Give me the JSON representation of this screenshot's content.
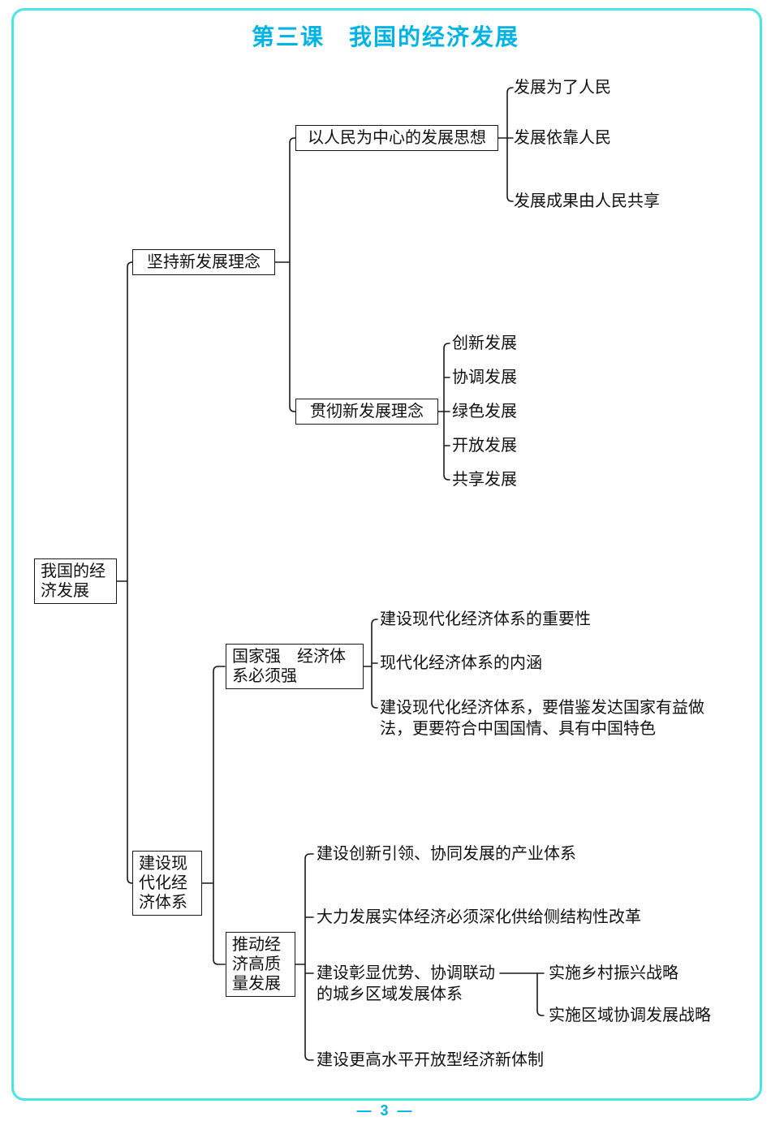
{
  "page": {
    "title": "第三课　我国的经济发展",
    "footer": "— 3 —"
  },
  "colors": {
    "accent": "#00b3e3",
    "frame": "#4ae4e4",
    "ink": "#1a1a1a"
  },
  "tree": {
    "root": "我国的经\n济发展",
    "branch1": {
      "label": "坚持新发展理念",
      "child1": {
        "label": "以人民为中心的发展思想",
        "leaves": [
          "发展为了人民",
          "发展依靠人民",
          "发展成果由人民共享"
        ]
      },
      "child2": {
        "label": "贯彻新发展理念",
        "leaves": [
          "创新发展",
          "协调发展",
          "绿色发展",
          "开放发展",
          "共享发展"
        ]
      }
    },
    "branch2": {
      "label": "建设现\n代化经\n济体系",
      "child1": {
        "label": "国家强　经济体\n系必须强",
        "leaves": [
          "建设现代化经济体系的重要性",
          "现代化经济体系的内涵",
          "建设现代化经济体系，要借鉴发达国家有益做\n法，更要符合中国国情、具有中国特色"
        ]
      },
      "child2": {
        "label": "推动经\n济高质\n量发展",
        "leaves": [
          "建设创新引领、协同发展的产业体系",
          "大力发展实体经济必须深化供给侧结构性改革",
          "建设彰显优势、协调联动\n的城乡区域发展体系",
          "建设更高水平开放型经济新体制"
        ],
        "subleaves": [
          "实施乡村振兴战略",
          "实施区域协调发展战略"
        ]
      }
    }
  }
}
